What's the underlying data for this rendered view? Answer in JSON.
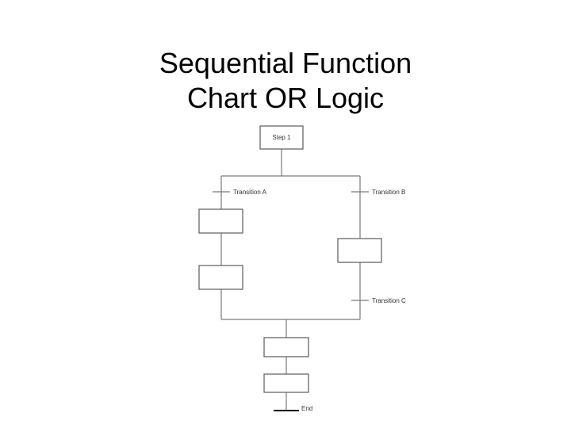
{
  "title": {
    "line1": "Sequential Function",
    "line2": "Chart OR Logic"
  },
  "diagram": {
    "step_label": "Step 1",
    "transition_a": "Transition A",
    "transition_b": "Transition B",
    "transition_c": "Transition C",
    "end_label": "End",
    "colors": {
      "line": "#7a7a7a",
      "box_stroke": "#5a5a5a",
      "end_bar": "#000000"
    }
  }
}
